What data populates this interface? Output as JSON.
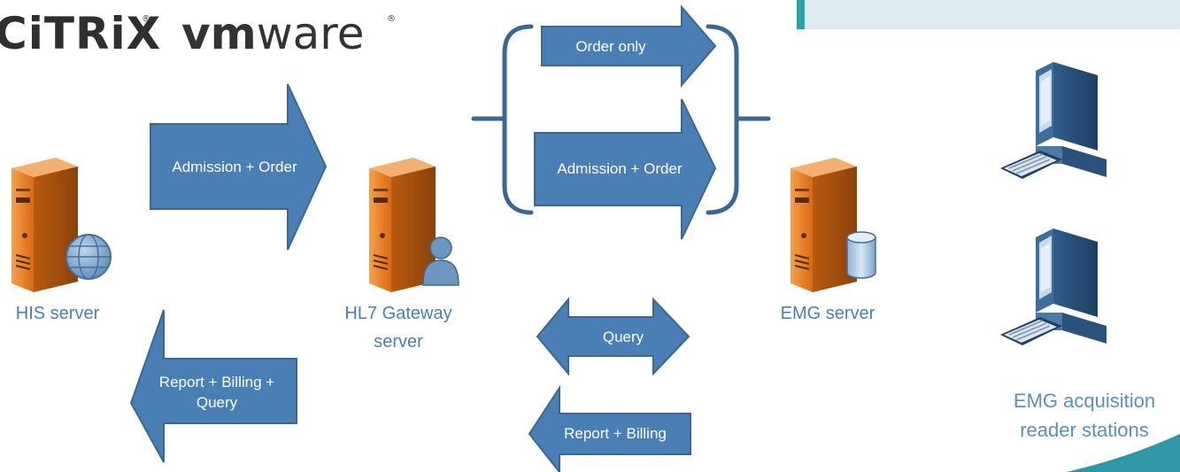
{
  "logos": {
    "citrix": "CiTRiX",
    "vmware_bold": "vm",
    "vmware_light": "ware"
  },
  "servers": {
    "his": {
      "label": "HIS server",
      "badge_icon": "globe-icon"
    },
    "gateway": {
      "label_line1": "HL7 Gateway",
      "label_line2": "server",
      "badge_icon": "user-icon"
    },
    "emg": {
      "label": "EMG server",
      "badge_icon": "database-icon"
    }
  },
  "stations": {
    "label_line1": "EMG acquisition",
    "label_line2": "reader stations"
  },
  "arrows": {
    "admission_order_left": "Admission + Order",
    "order_only": "Order only",
    "admission_order_right": "Admission + Order",
    "query": "Query",
    "report_billing_query_line1": "Report + Billing +",
    "report_billing_query_line2": "Query",
    "report_billing": "Report + Billing"
  },
  "colors": {
    "arrow_fill": "#4a7fb5",
    "arrow_stroke": "#3a6796",
    "server_orange": "#e8832a",
    "label_blue": "#4a7fb5",
    "panel_teal": "#dcecee",
    "accent_teal": "#2aa3a8"
  }
}
